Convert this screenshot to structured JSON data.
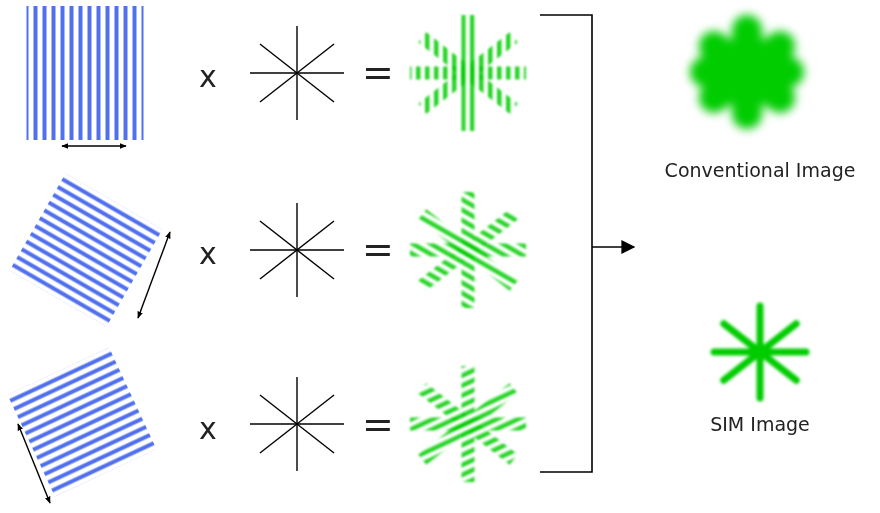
{
  "diagram": {
    "labels": [
      "x",
      "=",
      "x",
      "=",
      "x",
      "=",
      "Conventional Image",
      "SIM Image"
    ]
  }
}
